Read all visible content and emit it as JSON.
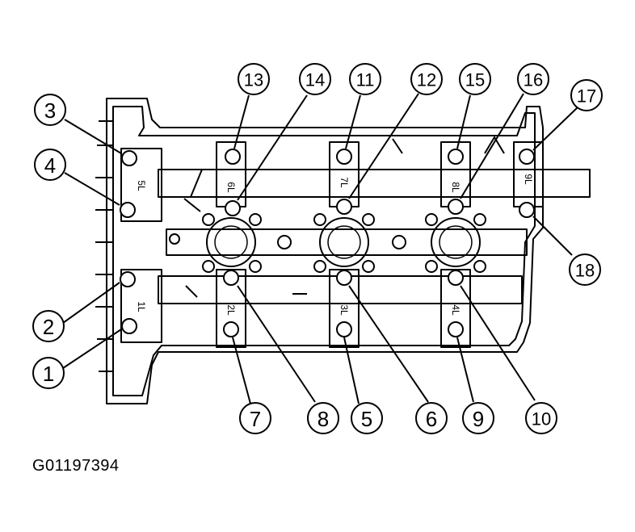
{
  "figure_id": "G01197394",
  "callouts": [
    "1",
    "2",
    "3",
    "4",
    "5",
    "6",
    "7",
    "8",
    "9",
    "10",
    "11",
    "12",
    "13",
    "14",
    "15",
    "16",
    "17",
    "18"
  ],
  "cap_labels": [
    "1L",
    "2L",
    "3L",
    "4L",
    "5L",
    "6L",
    "7L",
    "8L",
    "9L"
  ]
}
